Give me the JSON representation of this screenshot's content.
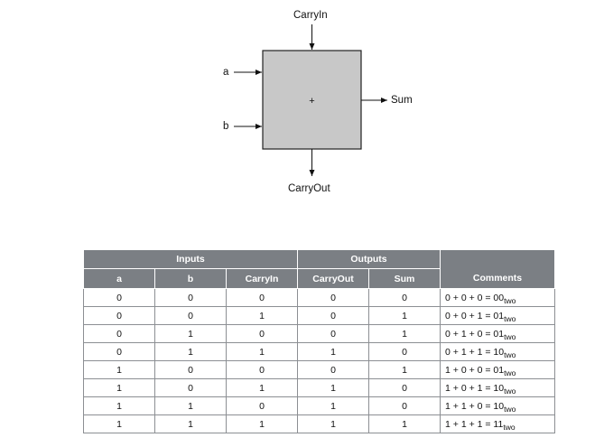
{
  "diagram": {
    "box_symbol": "+",
    "labels": {
      "carry_in": "CarryIn",
      "a": "a",
      "b": "b",
      "sum": "Sum",
      "carry_out": "CarryOut"
    },
    "colors": {
      "box_fill": "#c8c8c8",
      "box_stroke": "#222222"
    }
  },
  "table": {
    "group_headers": {
      "inputs": "Inputs",
      "outputs": "Outputs",
      "comments": "Comments"
    },
    "column_headers": [
      "a",
      "b",
      "CarryIn",
      "CarryOut",
      "Sum"
    ],
    "comment_base": "two",
    "rows": [
      {
        "a": "0",
        "b": "0",
        "carry_in": "0",
        "carry_out": "0",
        "sum": "0",
        "expr": "0 + 0 + 0 = 00"
      },
      {
        "a": "0",
        "b": "0",
        "carry_in": "1",
        "carry_out": "0",
        "sum": "1",
        "expr": "0 + 0 + 1 = 01"
      },
      {
        "a": "0",
        "b": "1",
        "carry_in": "0",
        "carry_out": "0",
        "sum": "1",
        "expr": "0 + 1 + 0 = 01"
      },
      {
        "a": "0",
        "b": "1",
        "carry_in": "1",
        "carry_out": "1",
        "sum": "0",
        "expr": "0 + 1 + 1 = 10"
      },
      {
        "a": "1",
        "b": "0",
        "carry_in": "0",
        "carry_out": "0",
        "sum": "1",
        "expr": "1 + 0 + 0 = 01"
      },
      {
        "a": "1",
        "b": "0",
        "carry_in": "1",
        "carry_out": "1",
        "sum": "0",
        "expr": "1 + 0 + 1 = 10"
      },
      {
        "a": "1",
        "b": "1",
        "carry_in": "0",
        "carry_out": "1",
        "sum": "0",
        "expr": "1 + 1 + 0 = 10"
      },
      {
        "a": "1",
        "b": "1",
        "carry_in": "1",
        "carry_out": "1",
        "sum": "1",
        "expr": "1 + 1 + 1 = 11"
      }
    ],
    "colors": {
      "header_bg": "#7b7f84",
      "header_text": "#ffffff",
      "grid": "#8c8f93"
    }
  }
}
